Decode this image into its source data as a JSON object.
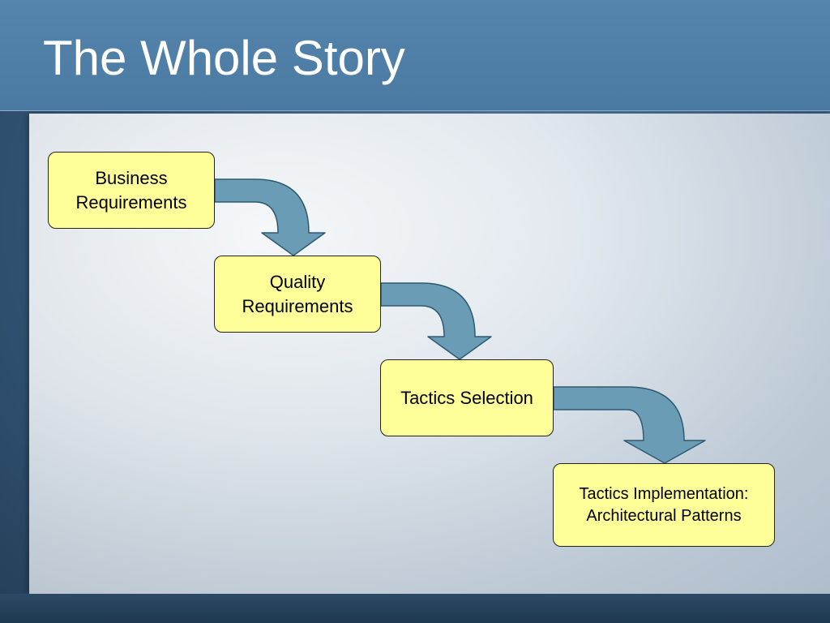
{
  "title": "The Whole Story",
  "steps": [
    {
      "label": "Business\nRequirements"
    },
    {
      "label": "Quality\nRequirements"
    },
    {
      "label": "Tactics Selection"
    },
    {
      "label": "Tactics Implementation:\nArchitectural Patterns"
    }
  ],
  "colors": {
    "title_bar": "#4a7aa2",
    "box_fill": "#ffff99",
    "arrow_fill": "#6a9db5",
    "arrow_stroke": "#2e5a70"
  },
  "icons": [
    "curved-arrow-icon"
  ]
}
